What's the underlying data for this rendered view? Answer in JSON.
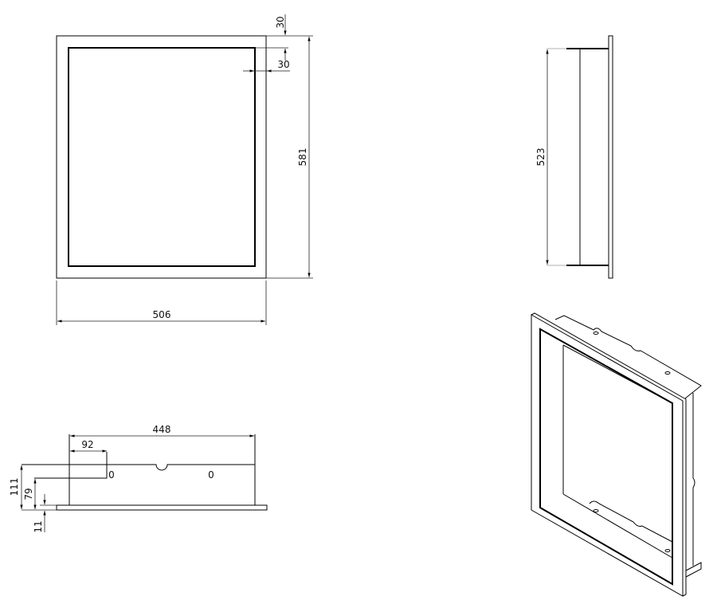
{
  "drawing": {
    "front_view": {
      "width": "506",
      "height": "581",
      "frame_top": "30",
      "frame_side": "30"
    },
    "side_view": {
      "inner_height": "523"
    },
    "bottom_view": {
      "inner_width": "448",
      "notch_offset": "92",
      "total_depth": "111",
      "body_depth": "79",
      "flange_thickness": "11",
      "hole_label_1": "0",
      "hole_label_2": "0"
    }
  },
  "colors": {
    "line": "#000000",
    "background": "#ffffff"
  }
}
